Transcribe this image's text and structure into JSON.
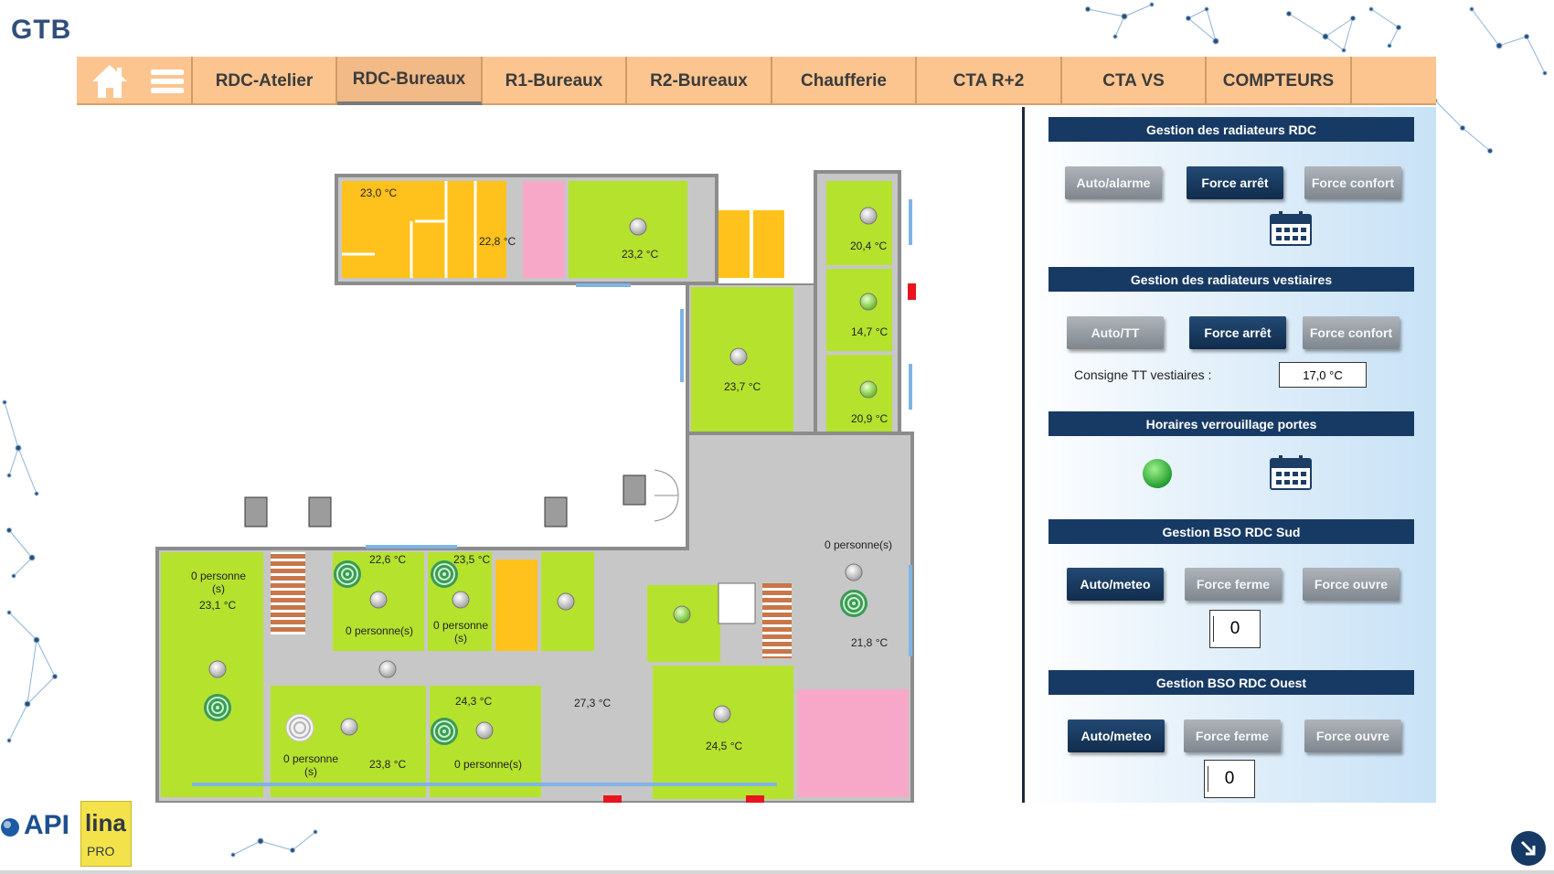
{
  "app": {
    "title": "GTB"
  },
  "nav": {
    "home_icon": "home-icon",
    "menu_icon": "hamburger-menu-icon",
    "active_tab": "RDC-Bureaux",
    "tabs": [
      "RDC-Atelier",
      "RDC-Bureaux",
      "R1-Bureaux",
      "R2-Bureaux",
      "Chaufferie",
      "CTA R+2",
      "CTA VS",
      "COMPTEURS"
    ]
  },
  "colors": {
    "accent_nav": "#fcc58f",
    "section_header": "#173a64",
    "room_green": "#b5e22d",
    "room_orange": "#ffc21c",
    "room_pink": "#f7a8c8",
    "corridor": "#c7c7c7",
    "status_ok": "#39b54a",
    "alarm_red": "#e8141e"
  },
  "plan": {
    "rooms": [
      {
        "label": "23,0 °C"
      },
      {
        "label": "22,8 °C"
      },
      {
        "label": "23,2 °C"
      },
      {
        "label": "20,4 °C"
      },
      {
        "label": "14,7 °C"
      },
      {
        "label": "23,7 °C"
      },
      {
        "label": "20,9 °C"
      },
      {
        "label": "0 personne(s)"
      },
      {
        "label": "21,8 °C"
      },
      {
        "label": "0 personne (s)"
      },
      {
        "label": "23,1 °C"
      },
      {
        "label": "22,6 °C"
      },
      {
        "label": "0 personne(s)"
      },
      {
        "label": "23,5 °C"
      },
      {
        "label": "0 personne (s)"
      },
      {
        "label": "27,3 °C"
      },
      {
        "label": "24,3 °C"
      },
      {
        "label": "0 personne(s)"
      },
      {
        "label": "0 personne (s)"
      },
      {
        "label": "23,8 °C"
      },
      {
        "label": "24,5 °C"
      }
    ]
  },
  "panel": {
    "rad_rdc": {
      "title": "Gestion des radiateurs RDC",
      "buttons": [
        "Auto/alarme",
        "Force arrêt",
        "Force confort"
      ],
      "active": "Force arrêt",
      "schedule_icon": "calendar-icon"
    },
    "rad_vest": {
      "title": "Gestion des radiateurs vestiaires",
      "buttons": [
        "Auto/TT",
        "Force arrêt",
        "Force confort"
      ],
      "active": "Force arrêt",
      "consigne_label": "Consigne TT vestiaires :",
      "consigne_value": "17,0 °C"
    },
    "doors": {
      "title": "Horaires verrouillage portes",
      "status_icon": "status-led-icon",
      "schedule_icon": "calendar-icon"
    },
    "bso_sud": {
      "title": "Gestion BSO RDC Sud",
      "buttons": [
        "Auto/meteo",
        "Force ferme",
        "Force ouvre"
      ],
      "active": "Auto/meteo",
      "value": "0"
    },
    "bso_ouest": {
      "title": "Gestion BSO RDC Ouest",
      "buttons": [
        "Auto/meteo",
        "Force ferme",
        "Force ouvre"
      ],
      "active": "Auto/meteo",
      "value": "0"
    }
  },
  "logos": {
    "api": "API",
    "lina": "lina",
    "lina_sub": "PRO"
  }
}
